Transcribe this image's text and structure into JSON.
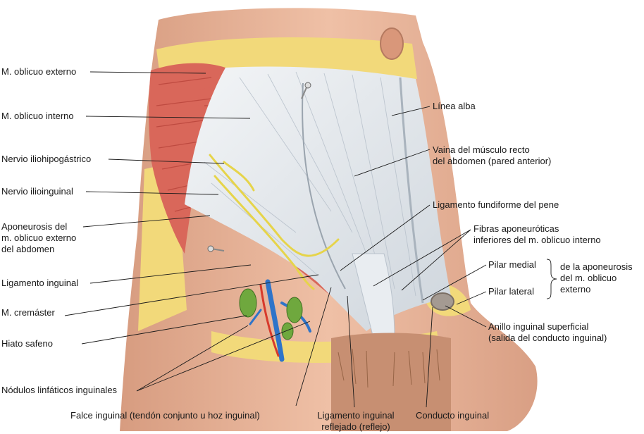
{
  "colors": {
    "skin": "#e9b59d",
    "skin_shadow": "#c98e73",
    "fat": "#f2d97a",
    "muscle": "#d9675a",
    "muscle_fiber": "#b8443a",
    "aponeurosis": "#e4e8ec",
    "aponeurosis_shadow": "#b9c2cc",
    "nerve": "#e6d44a",
    "artery": "#d73a2c",
    "vein": "#2e74c9",
    "lymph": "#6fa83e",
    "hair": "#8a5a3c"
  },
  "labels_left": [
    {
      "id": "oblicuo-externo",
      "lines": [
        "M. oblicuo externo"
      ]
    },
    {
      "id": "oblicuo-interno",
      "lines": [
        "M. oblicuo interno"
      ]
    },
    {
      "id": "nervio-iliohipogastrico",
      "lines": [
        "Nervio iliohipogástrico"
      ]
    },
    {
      "id": "nervio-ilioinguinal",
      "lines": [
        "Nervio ilioinguinal"
      ]
    },
    {
      "id": "aponeurosis-oblicuo-externo",
      "lines": [
        "Aponeurosis del",
        "m. oblicuo externo",
        "del abdomen"
      ]
    },
    {
      "id": "ligamento-inguinal",
      "lines": [
        "Ligamento inguinal"
      ]
    },
    {
      "id": "cremaster",
      "lines": [
        "M. cremáster"
      ]
    },
    {
      "id": "hiato-safeno",
      "lines": [
        "Hiato safeno"
      ]
    },
    {
      "id": "nodulos-linfaticos",
      "lines": [
        "Nódulos linfáticos inguinales"
      ]
    }
  ],
  "labels_right": [
    {
      "id": "linea-alba",
      "lines": [
        "Línea alba"
      ]
    },
    {
      "id": "vaina-recto",
      "lines": [
        "Vaina del músculo recto",
        "del abdomen (pared anterior)"
      ]
    },
    {
      "id": "ligamento-fundiforme",
      "lines": [
        "Ligamento fundiforme del pene"
      ]
    },
    {
      "id": "fibras-aponeuroticas",
      "lines": [
        "Fibras aponeuróticas",
        "inferiores del m. oblicuo interno"
      ]
    },
    {
      "id": "pilar-medial",
      "lines": [
        "Pilar medial"
      ]
    },
    {
      "id": "pilar-lateral",
      "lines": [
        "Pilar lateral"
      ]
    },
    {
      "id": "aponeurosis-grupo",
      "lines": [
        "de la aponeurosis",
        "del m. oblicuo",
        "externo"
      ]
    },
    {
      "id": "anillo-inguinal",
      "lines": [
        "Anillo inguinal superficial",
        "(salida del conducto inguinal)"
      ]
    }
  ],
  "labels_bottom": [
    {
      "id": "falce-inguinal",
      "lines": [
        "Falce inguinal (tendón conjunto u hoz inguinal)"
      ]
    },
    {
      "id": "ligamento-reflejado",
      "lines": [
        "Ligamento inguinal",
        "reflejado (reflejo)"
      ]
    },
    {
      "id": "conducto-inguinal",
      "lines": [
        "Conducto inguinal"
      ]
    }
  ]
}
